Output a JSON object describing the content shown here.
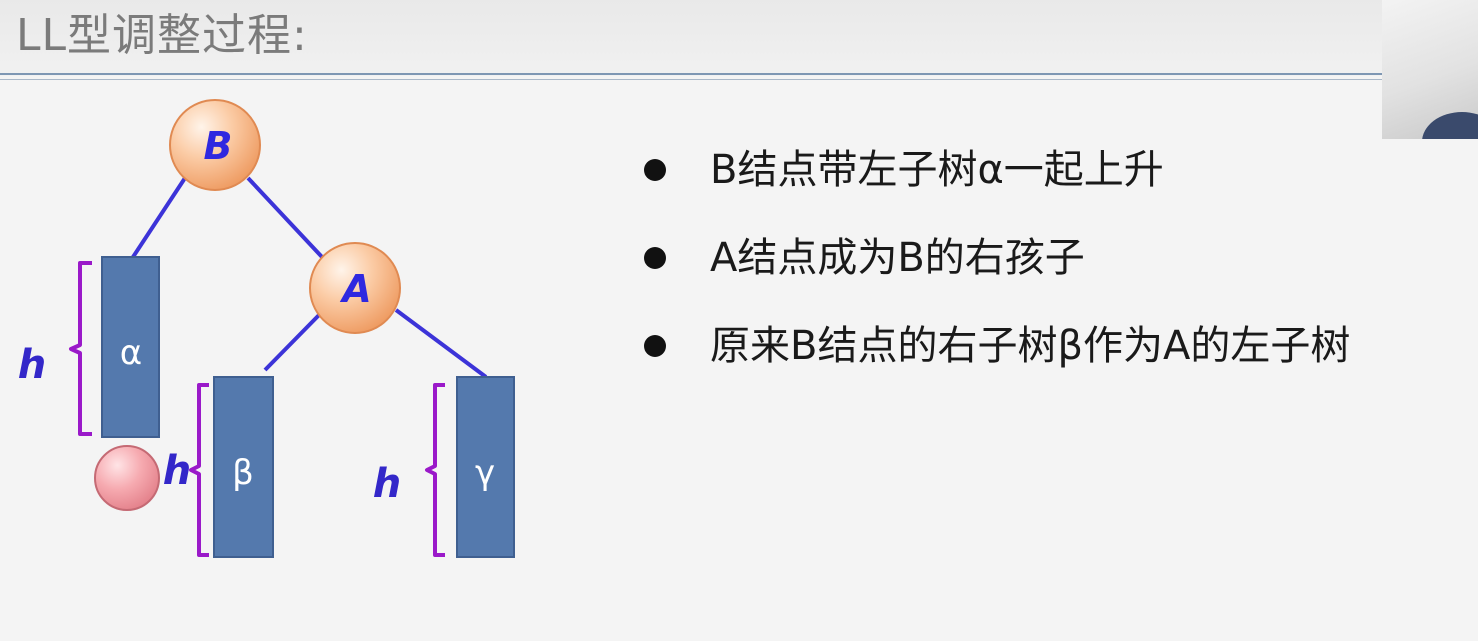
{
  "slide": {
    "title": "LL型调整过程:"
  },
  "diagram": {
    "nodes": [
      {
        "id": "B",
        "label": "B"
      },
      {
        "id": "A",
        "label": "A"
      }
    ],
    "subtrees": [
      {
        "id": "alpha",
        "label": "α",
        "height_label": "h"
      },
      {
        "id": "beta",
        "label": "β",
        "height_label": "h"
      },
      {
        "id": "gamma",
        "label": "γ",
        "height_label": "h"
      }
    ],
    "colors": {
      "edge": "#3c33d8",
      "node_fill": "#f7b07c",
      "node_label": "#2f28e0",
      "subtree_fill": "#5479ad",
      "brace": "#9a19c9",
      "h_label": "#3327c9",
      "marker_fill": "#f19ca2"
    }
  },
  "bullets": [
    "B结点带左子树α一起上升",
    "A结点成为B的右孩子",
    "原来B结点的右子树β作为A的左子树"
  ]
}
